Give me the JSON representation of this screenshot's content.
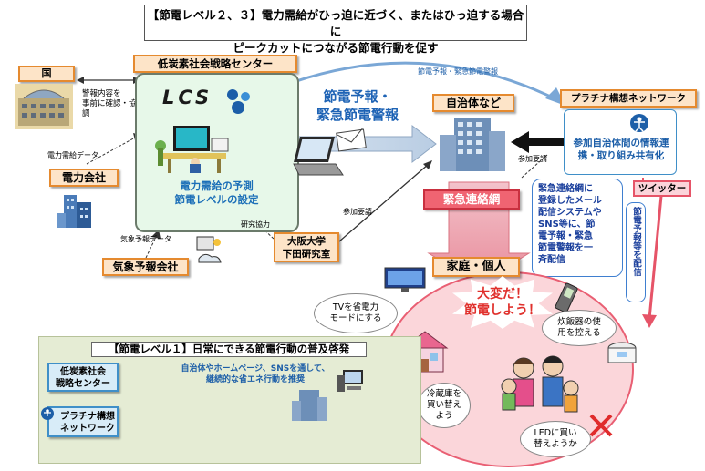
{
  "title": {
    "line1": "【節電レベル２、３】電力需給がひっ迫に近づく、またはひっ迫する場合に",
    "line2": "ピークカットにつながる節電行動を促す"
  },
  "nodes": {
    "kuni": "国",
    "center": "低炭素社会戦略センター",
    "lcs": "LCS",
    "center_desc1": "電力需給の予測",
    "center_desc2": "節電レベルの設定",
    "denryoku": "電力会社",
    "kisho": "気象予報会社",
    "osaka1": "大阪大学",
    "osaka2": "下田研究室",
    "jichitai": "自治体など",
    "platinum": "プラチナ構想ネットワーク",
    "platinum_desc1": "参加自治体間の情報連",
    "platinum_desc2": "携・取り組み共有化",
    "kinkyu": "緊急連絡網",
    "katei": "家庭・個人",
    "twitter": "ツイッター"
  },
  "messages": {
    "forecast1": "節電予報・",
    "forecast2": "緊急節電警報",
    "top_arrow": "節電予報・緊急節電警報",
    "kuni_note1": "警報内容を",
    "kuni_note2": "事前に確認・協調",
    "denryoku_data": "電力需給データ",
    "kisho_data": "気象予報データ",
    "kenkyu": "研究協力",
    "sanka1": "参加要請",
    "sanka2": "参加要請",
    "kinkyu_desc": [
      "緊急連絡網に",
      "登録したメール",
      "配信システムや",
      "SNS等に、節",
      "電予報・緊急",
      "節電警報を一",
      "斉配信"
    ],
    "twitter_desc": "節電予報等を配信"
  },
  "home": {
    "exclaim1": "大変だ！",
    "exclaim2": "節電しよう！",
    "tv1": "TVを省電力",
    "tv2": "モードにする",
    "rice1": "炊飯器の使",
    "rice2": "用を控える",
    "fridge1": "冷蔵庫を",
    "fridge2": "買い替え",
    "fridge3": "よう",
    "led1": "LEDに買い",
    "led2": "替えようか"
  },
  "level1": {
    "title": "【節電レベル１】日常にできる節電行動の普及啓発",
    "desc1": "自治体やホームページ、SNSを通して、",
    "desc2": "継続的な省エネ行動を推奨",
    "center1": "低炭素社会",
    "center2": "戦略センター",
    "platinum1": "プラチナ構想",
    "platinum2": "ネットワーク"
  }
}
